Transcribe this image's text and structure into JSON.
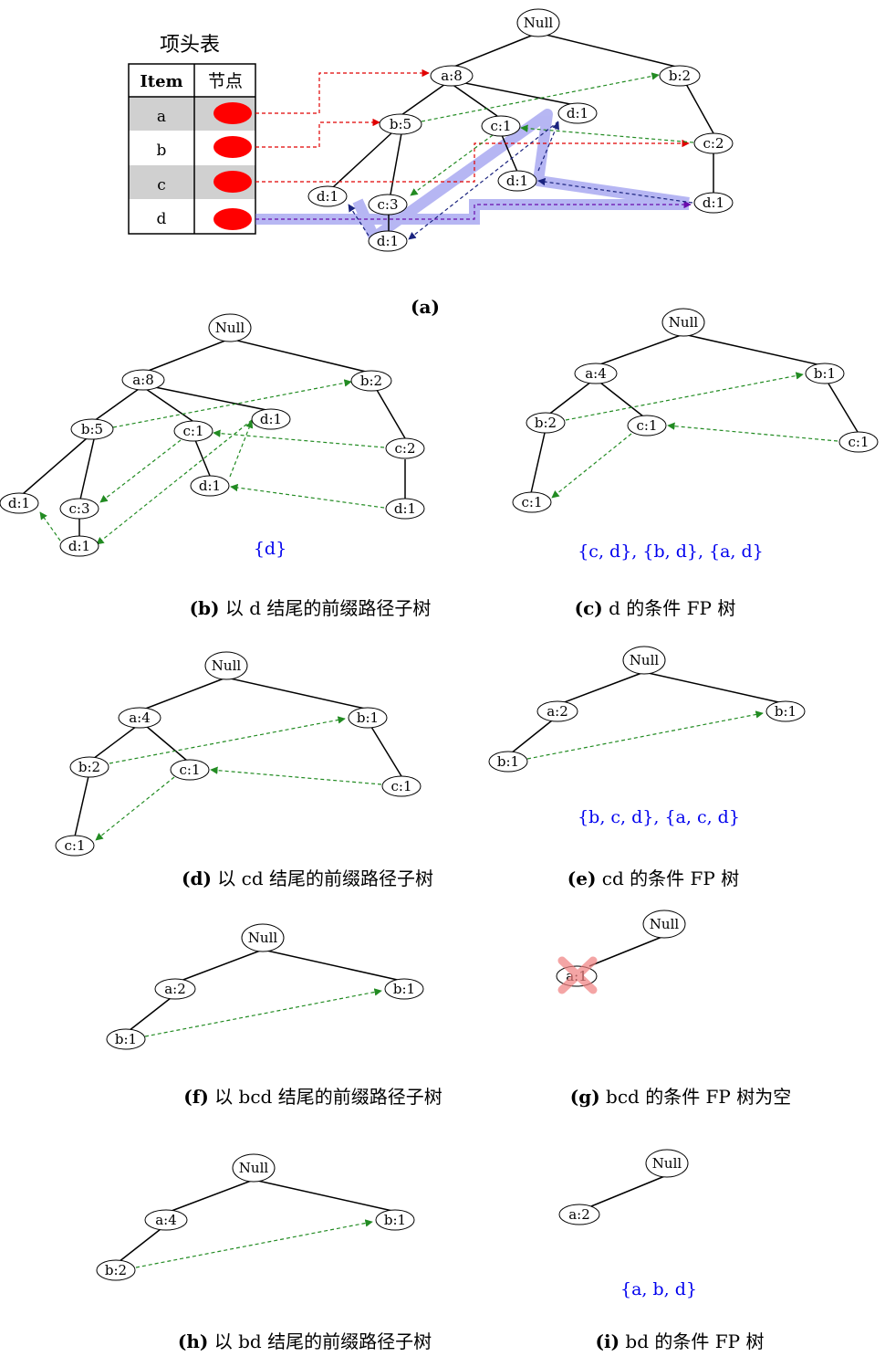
{
  "header_table": {
    "title": "项头表",
    "col_item": "Item",
    "col_node": "节点",
    "rows": [
      "a",
      "b",
      "c",
      "d"
    ]
  },
  "panels": {
    "a": {
      "caption": "(a)",
      "itemsets": ""
    },
    "b": {
      "caption_bold": "(b)",
      "caption_text": " 以 d 结尾的前缀路径子树",
      "itemsets": "{d}"
    },
    "c": {
      "caption_bold": "(c)",
      "caption_text": " d 的条件 FP 树",
      "itemsets": "{c, d}, {b, d}, {a, d}"
    },
    "d": {
      "caption_bold": "(d)",
      "caption_text": " 以 cd 结尾的前缀路径子树",
      "itemsets": ""
    },
    "e": {
      "caption_bold": "(e)",
      "caption_text": " cd 的条件 FP 树",
      "itemsets": "{b, c, d}, {a, c, d}"
    },
    "f": {
      "caption_bold": "(f)",
      "caption_text": " 以 bcd 结尾的前缀路径子树",
      "itemsets": ""
    },
    "g": {
      "caption_bold": "(g)",
      "caption_text": " bcd 的条件 FP 树为空",
      "itemsets": ""
    },
    "h": {
      "caption_bold": "(h)",
      "caption_text": " 以 bd 结尾的前缀路径子树",
      "itemsets": ""
    },
    "i": {
      "caption_bold": "(i)",
      "caption_text": " bd 的条件 FP 树",
      "itemsets": "{a, b, d}"
    }
  },
  "colors": {
    "tree_edge": "#000000",
    "node_link": "#228b22",
    "header_link": "#e00000",
    "highlight_path": "#7b7bea",
    "highlight_link": "#6a0dad",
    "itemset_text": "#0000ee",
    "node_marker": "#ff0000",
    "row_shade": "#d0d0d0",
    "removed_mark": "#f08080"
  },
  "trees": {
    "a": {
      "nodes": [
        {
          "label": "Null"
        },
        {
          "label": "a:8"
        },
        {
          "label": "b:2"
        },
        {
          "label": "b:5"
        },
        {
          "label": "c:1"
        },
        {
          "label": "d:1"
        },
        {
          "label": "c:2"
        },
        {
          "label": "d:1"
        },
        {
          "label": "c:3"
        },
        {
          "label": "d:1"
        },
        {
          "label": "d:1"
        },
        {
          "label": "d:1"
        }
      ]
    },
    "b": {
      "nodes": [
        {
          "label": "Null"
        },
        {
          "label": "a:8"
        },
        {
          "label": "b:2"
        },
        {
          "label": "b:5"
        },
        {
          "label": "c:1"
        },
        {
          "label": "d:1"
        },
        {
          "label": "c:2"
        },
        {
          "label": "d:1"
        },
        {
          "label": "c:3"
        },
        {
          "label": "d:1"
        },
        {
          "label": "d:1"
        },
        {
          "label": "d:1"
        }
      ]
    },
    "c": {
      "nodes": [
        {
          "label": "Null"
        },
        {
          "label": "a:4"
        },
        {
          "label": "b:1"
        },
        {
          "label": "b:2"
        },
        {
          "label": "c:1"
        },
        {
          "label": "c:1"
        },
        {
          "label": "c:1"
        }
      ]
    },
    "d": {
      "nodes": [
        {
          "label": "Null"
        },
        {
          "label": "a:4"
        },
        {
          "label": "b:1"
        },
        {
          "label": "b:2"
        },
        {
          "label": "c:1"
        },
        {
          "label": "c:1"
        },
        {
          "label": "c:1"
        }
      ]
    },
    "e": {
      "nodes": [
        {
          "label": "Null"
        },
        {
          "label": "a:2"
        },
        {
          "label": "b:1"
        },
        {
          "label": "b:1"
        }
      ]
    },
    "f": {
      "nodes": [
        {
          "label": "Null"
        },
        {
          "label": "a:2"
        },
        {
          "label": "b:1"
        },
        {
          "label": "b:1"
        }
      ]
    },
    "g": {
      "nodes": [
        {
          "label": "Null"
        },
        {
          "label": "a:1"
        }
      ]
    },
    "h": {
      "nodes": [
        {
          "label": "Null"
        },
        {
          "label": "a:4"
        },
        {
          "label": "b:1"
        },
        {
          "label": "b:2"
        }
      ]
    },
    "i": {
      "nodes": [
        {
          "label": "Null"
        },
        {
          "label": "a:2"
        }
      ]
    }
  }
}
